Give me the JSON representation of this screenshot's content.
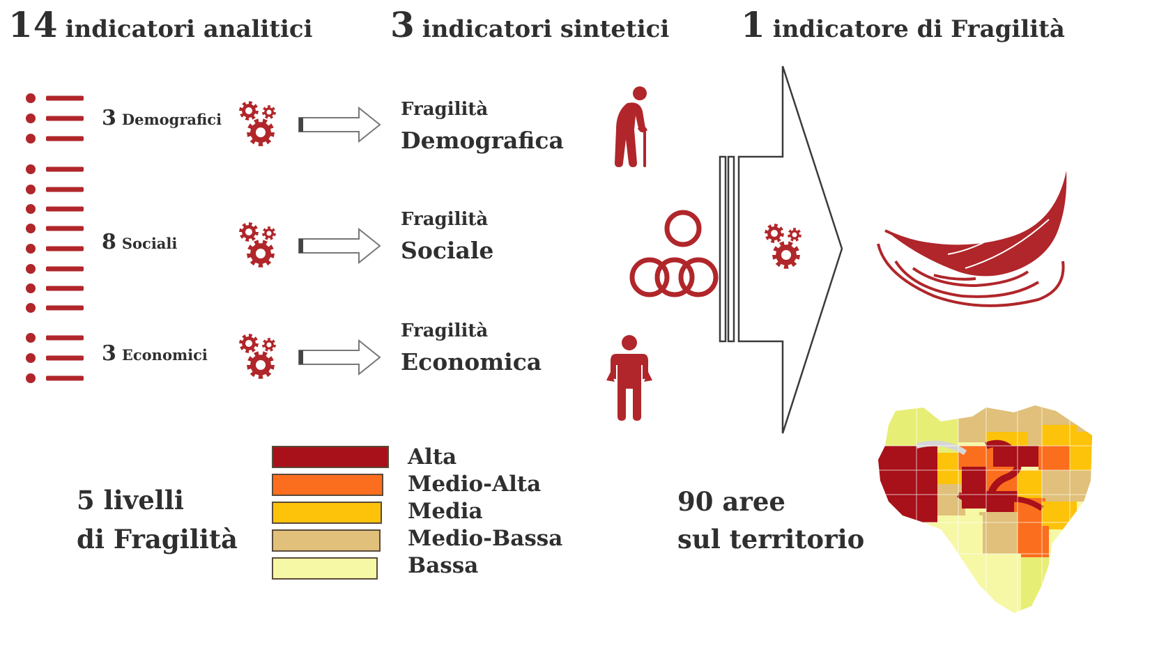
{
  "headers": {
    "analytic": {
      "num": "14",
      "text": "indicatori analitici"
    },
    "synthetic": {
      "num": "3",
      "text": "indicatori sintetici"
    },
    "final": {
      "num": "1",
      "text": "indicatore di Fragilità"
    }
  },
  "groups": [
    {
      "num": "3",
      "text": "Demografici",
      "fragility_top": "Fragilità",
      "fragility_bottom": "Demografica",
      "icon": "elderly-person-with-cane-icon"
    },
    {
      "num": "8",
      "text": "Sociali",
      "fragility_top": "Fragilità",
      "fragility_bottom": "Sociale",
      "icon": "social-circles-icon"
    },
    {
      "num": "3",
      "text": "Economici",
      "fragility_top": "Fragilità",
      "fragility_bottom": "Economica",
      "icon": "person-empty-pockets-icon"
    }
  ],
  "levels": {
    "line1": "5 livelli",
    "line2": "di Fragilità",
    "items": [
      {
        "label": "Alta",
        "color": "#a8101a"
      },
      {
        "label": "Medio-Alta",
        "color": "#fb6e1e"
      },
      {
        "label": "Media",
        "color": "#fdc20a"
      },
      {
        "label": "Medio-Bassa",
        "color": "#e0c07a"
      },
      {
        "label": "Bassa",
        "color": "#f6f8a6"
      }
    ]
  },
  "areas": {
    "line1": "90 aree",
    "line2": "sul territorio"
  },
  "colors": {
    "accent": "#b0262a",
    "text": "#2f2f2f"
  }
}
